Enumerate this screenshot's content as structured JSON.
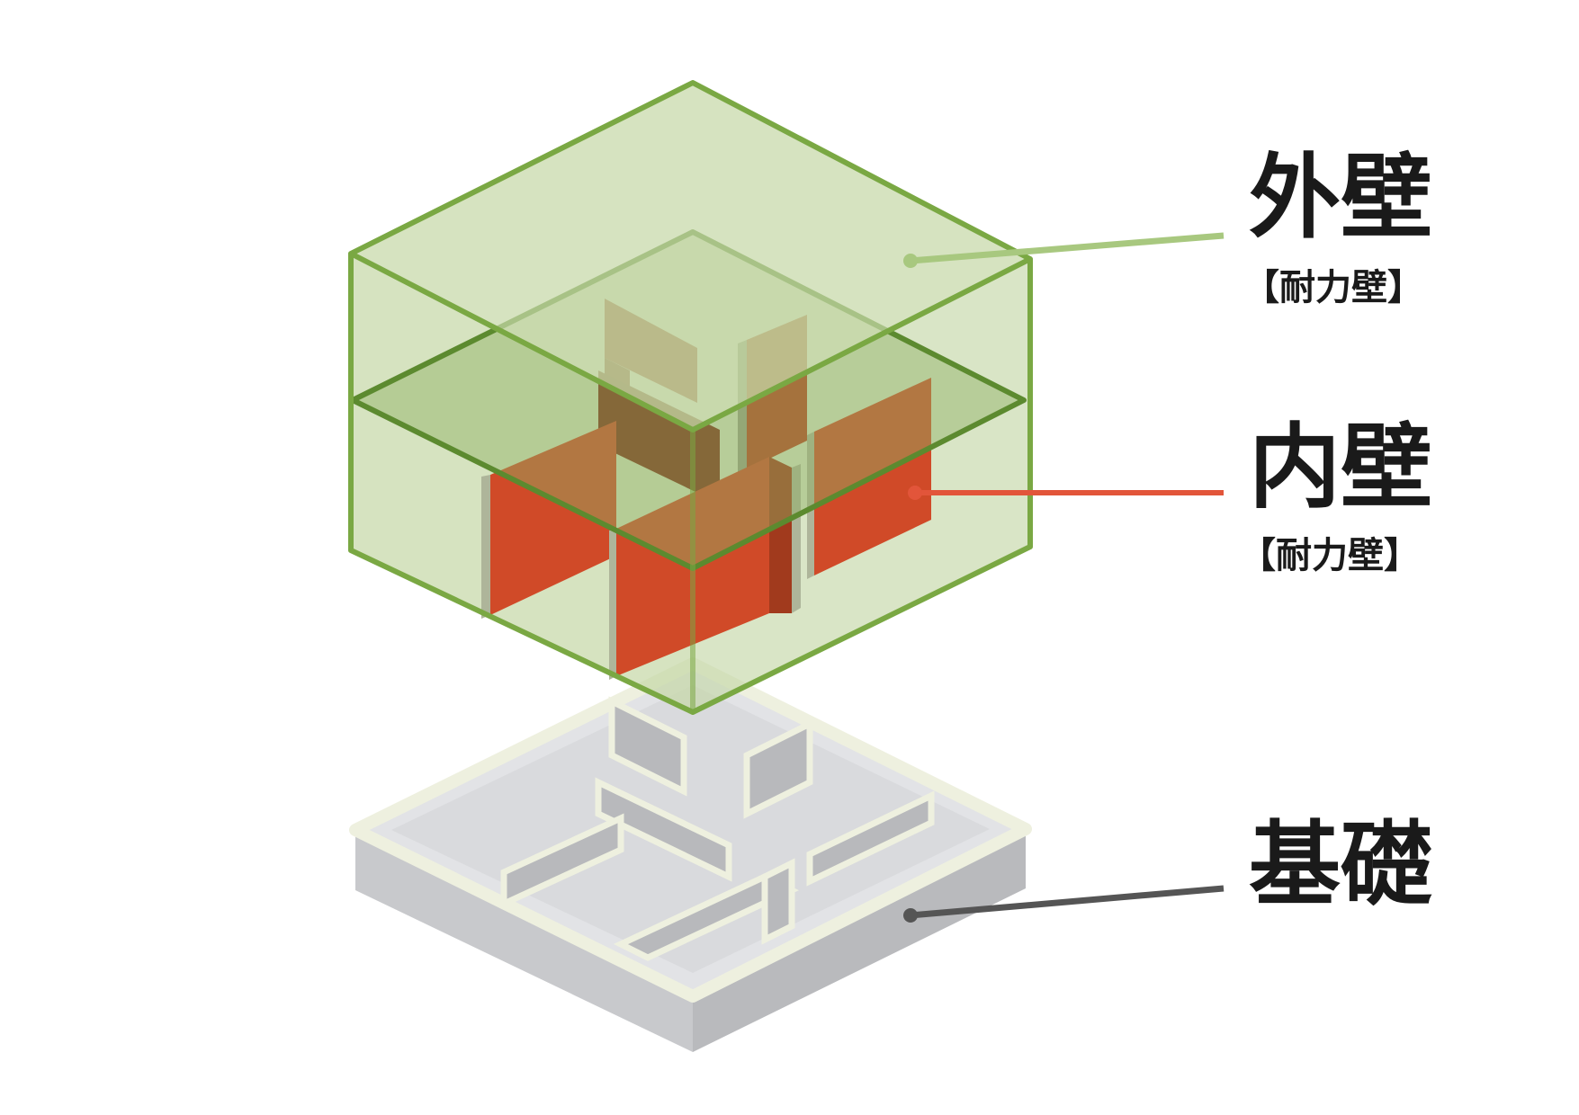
{
  "labels": {
    "exterior_wall": {
      "title": "外壁",
      "note": "【耐力壁】"
    },
    "interior_wall": {
      "title": "内壁",
      "note": "【耐力壁】"
    },
    "foundation": {
      "title": "基礎"
    }
  },
  "colors": {
    "exterior_wall_fill": "#c6d8a8",
    "exterior_wall_edge": "#7aa843",
    "interior_wall_fill": "#d04a28",
    "foundation_top": "#f2f4e6",
    "foundation_side": "#c4c5c8",
    "exterior_leader": "#a8c87f",
    "interior_leader": "#e2553a",
    "foundation_leader": "#555555"
  }
}
